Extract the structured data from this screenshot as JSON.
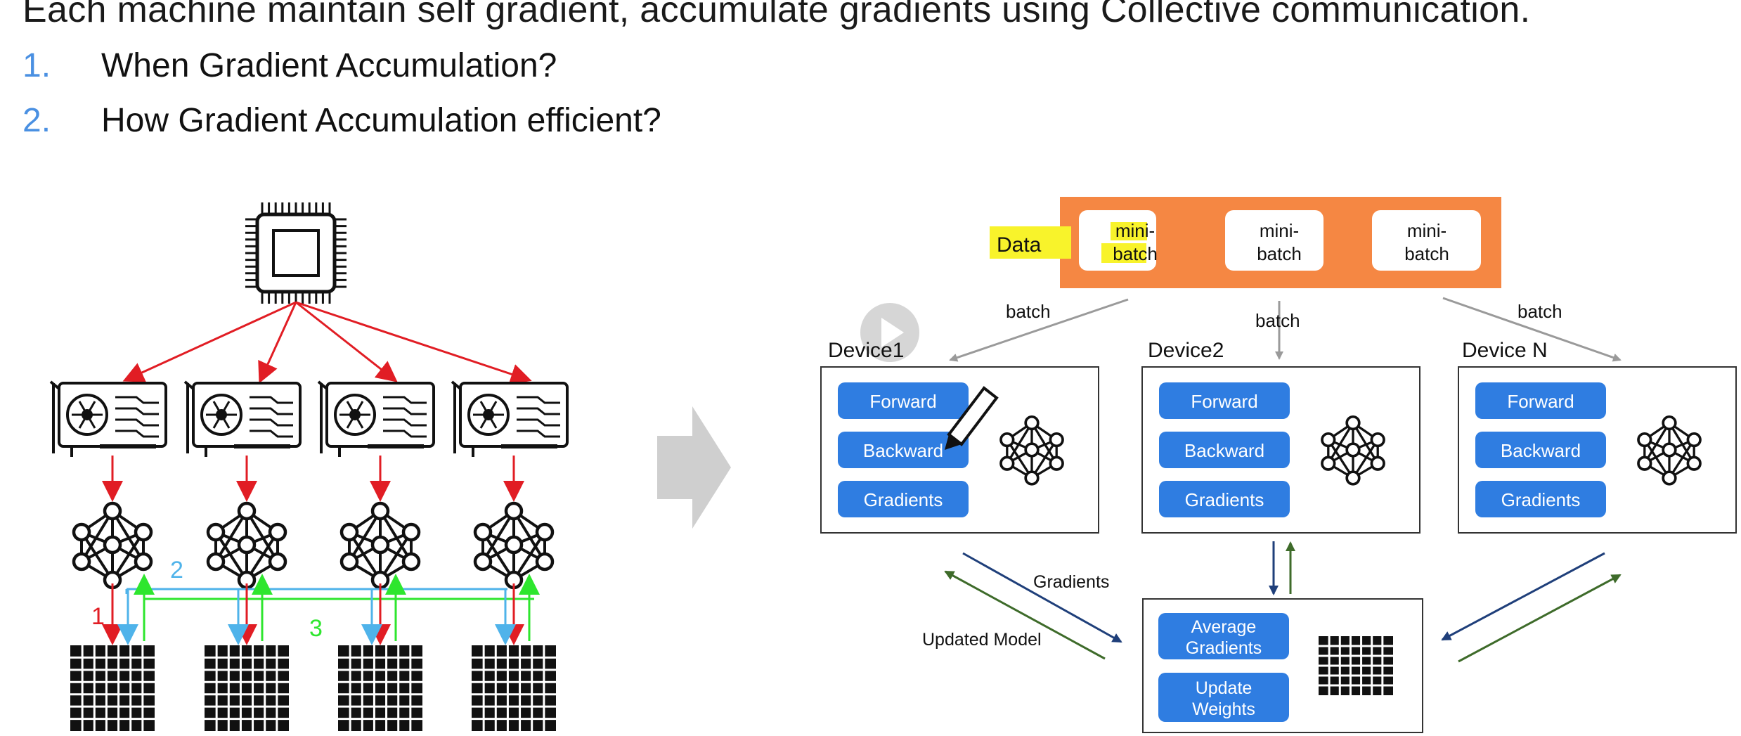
{
  "heading": "Each machine maintain self gradient, accumulate gradients using Collective communication.",
  "questions": [
    {
      "num": "1.",
      "text": "When Gradient Accumulation?"
    },
    {
      "num": "2.",
      "text": "How Gradient Accumulation efficient?"
    }
  ],
  "left_diagram": {
    "step_labels": [
      "1",
      "2",
      "3"
    ],
    "gpu_count": 4,
    "colors": {
      "step1": "#e11d24",
      "step2": "#4fb3ea",
      "step3": "#2ee62e",
      "cpu": "#111111"
    }
  },
  "right_diagram": {
    "data_label": "Data",
    "minibatches": [
      {
        "line1": "mini-",
        "line2": "batch"
      },
      {
        "line1": "mini-",
        "line2": "batch"
      },
      {
        "line1": "mini-",
        "line2": "batch"
      }
    ],
    "batch_labels": [
      "batch",
      "batch",
      "batch"
    ],
    "devices": [
      {
        "name": "Device1",
        "buttons": [
          "Forward",
          "Backward",
          "Gradients"
        ]
      },
      {
        "name": "Device2",
        "buttons": [
          "Forward",
          "Backward",
          "Gradients"
        ]
      },
      {
        "name": "Device N",
        "buttons": [
          "Forward",
          "Backward",
          "Gradients"
        ]
      }
    ],
    "gradients_label": "Gradients",
    "updated_model_label": "Updated Model",
    "server_buttons": [
      {
        "line1": "Average",
        "line2": "Gradients"
      },
      {
        "line1": "Update",
        "line2": "Weights"
      }
    ],
    "colors": {
      "orange": "#f58743",
      "button": "#2f7de1",
      "navy": "#1f3f7a",
      "darkgreen": "#3e6b2a",
      "highlight": "#f8f32b"
    }
  }
}
